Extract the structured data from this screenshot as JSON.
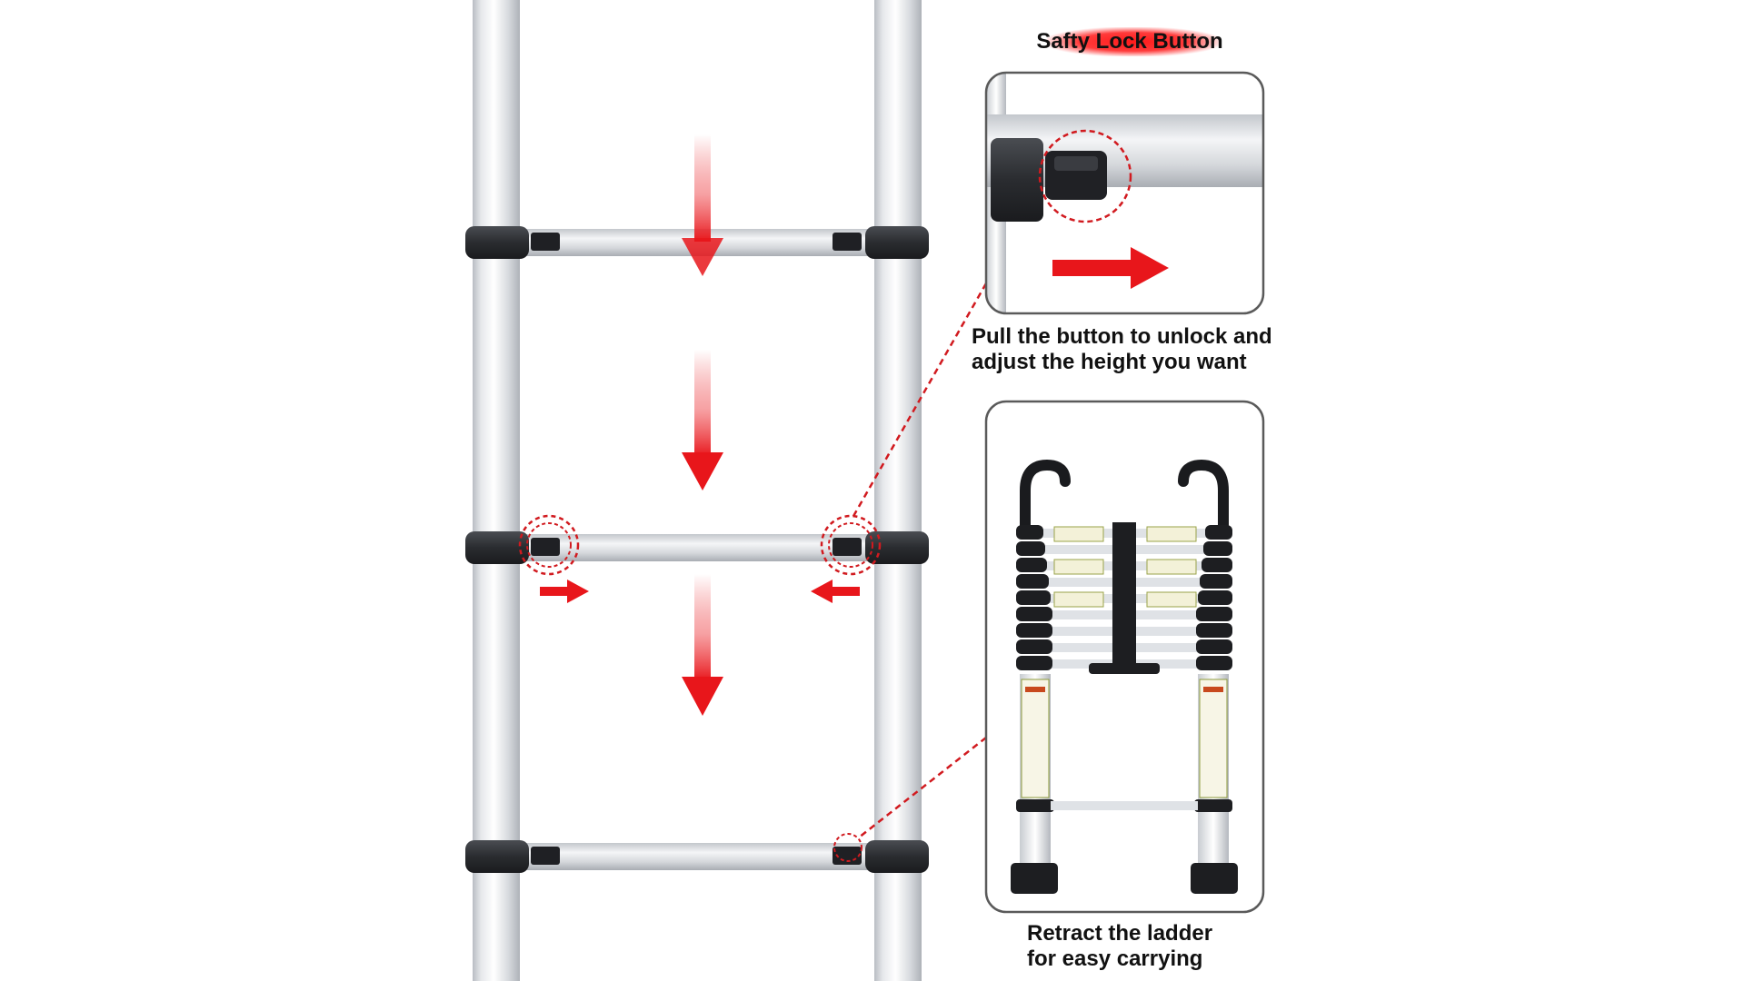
{
  "title": "Safty Lock Button",
  "unlock_caption": {
    "line1": "Pull the button to unlock and",
    "line2": "adjust the height you want"
  },
  "retract_caption": {
    "line1": "Retract the ladder",
    "line2": "for easy carrying"
  },
  "colors": {
    "accent_red": "#e8161b",
    "aluminum": "#d7dadf",
    "rung_cap": "#2b2d31",
    "frame_border": "#5a5a5a"
  }
}
